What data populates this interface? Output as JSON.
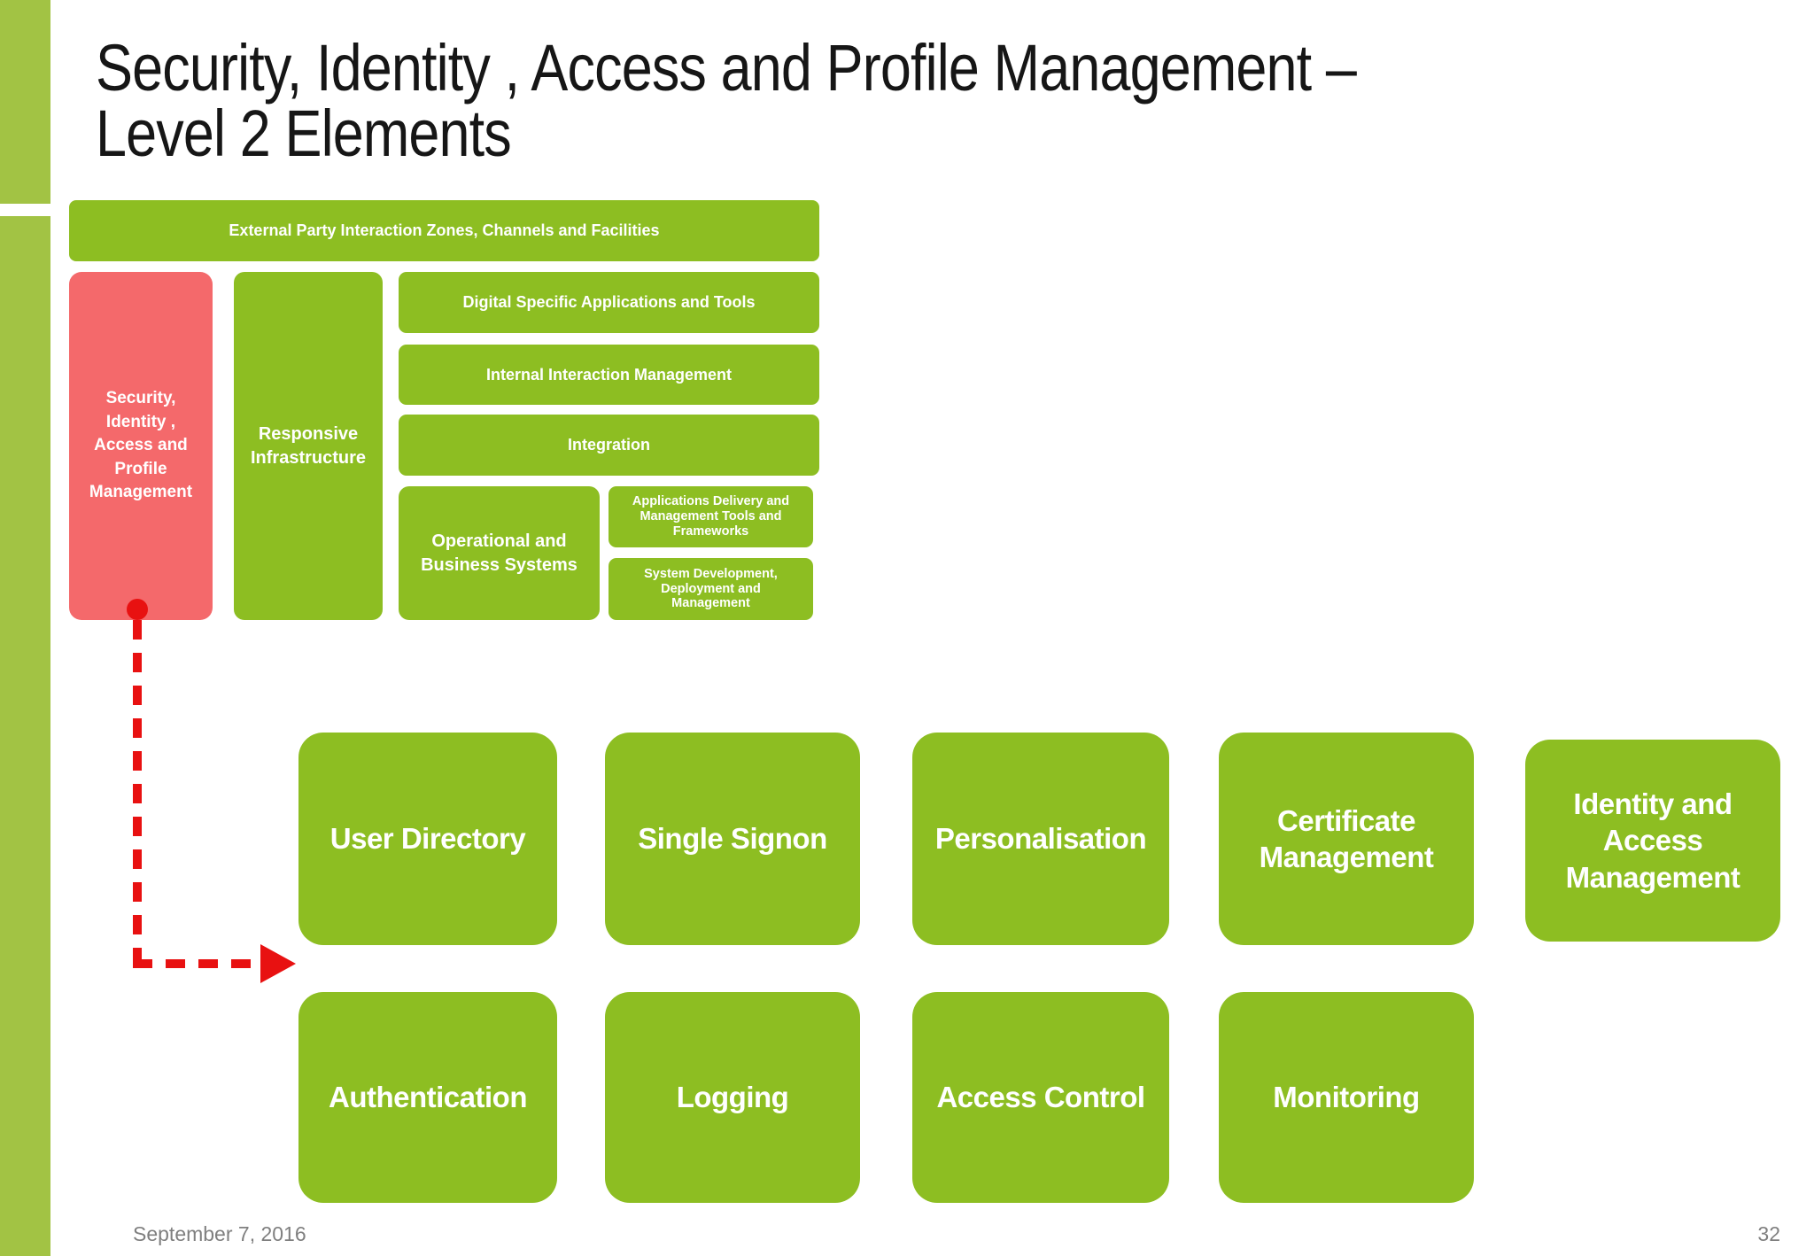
{
  "slide": {
    "title": "Security, Identity , Access and Profile Management –\nLevel 2 Elements",
    "footer": {
      "date": "September 7, 2016",
      "page_number": "32"
    }
  },
  "architecture_overview": {
    "external_bar": "External Party Interaction Zones, Channels and Facilities",
    "highlighted_element": "Security,\nIdentity ,\nAccess and\nProfile\nManagement",
    "responsive_infrastructure": "Responsive Infrastructure",
    "digital_apps": "Digital Specific Applications and Tools",
    "internal_interaction": "Internal Interaction Management",
    "integration": "Integration",
    "operational_systems": "Operational and Business Systems",
    "apps_delivery": "Applications Delivery and Management Tools and Frameworks",
    "system_development": "System Development, Deployment and Management"
  },
  "level2_elements": {
    "row1": [
      "User Directory",
      "Single Signon",
      "Personalisation",
      "Certificate Management",
      "Identity and Access Management"
    ],
    "row2": [
      "Authentication",
      "Logging",
      "Access Control",
      "Monitoring"
    ]
  },
  "colors": {
    "green": "#8dbe22",
    "strip_green": "#a2c344",
    "highlight_red": "#f4696b",
    "arrow_red": "#e81111",
    "footer_gray": "#7f7f7f"
  }
}
